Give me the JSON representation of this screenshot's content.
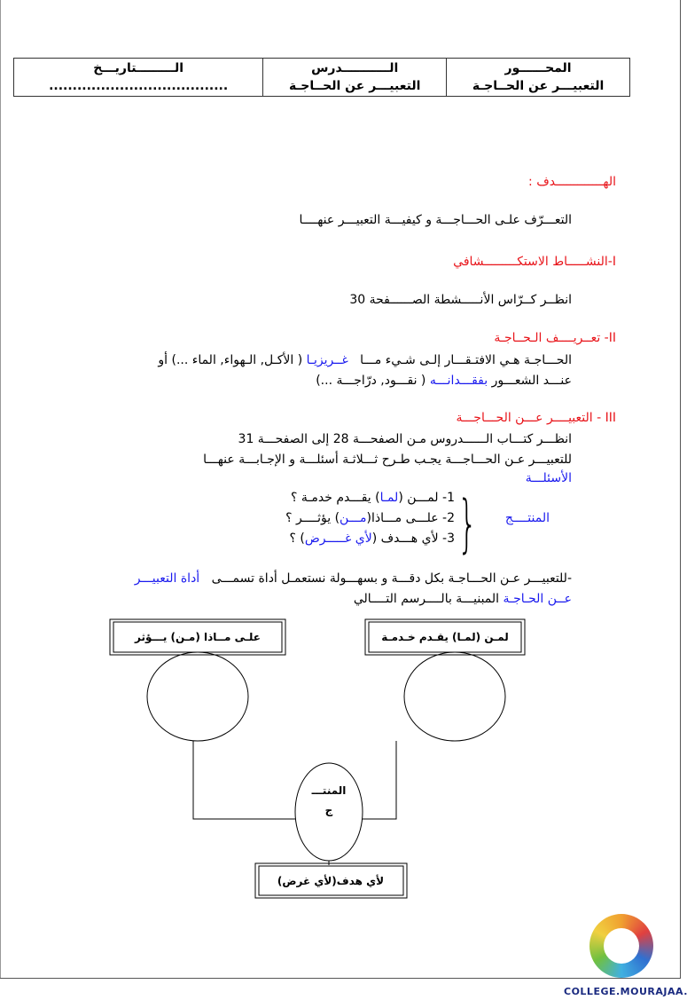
{
  "header": {
    "axis_label": "المحــــــور",
    "axis_value": "التعبيـــر عن الحــاجـة",
    "lesson_label": "الـــــــــــدرس",
    "lesson_value": "التعبيـــر عن الحــاجـة",
    "date_label": "الـــــــــتاريـــخ",
    "date_value": "......................................"
  },
  "goal": {
    "title": "الهـــــــــــــدف :",
    "text": "التعـــرّف علـى الحـــاجـــة و كيفيـــة التعبيـــر عنهــــا"
  },
  "section1": {
    "title": "I-النشـــــاط الاستكـــــــــشافي",
    "text": "انظــر كــرّاس الأنـــــشطة  الصــــــفحة 30"
  },
  "section2": {
    "title": "II- تعــريــــف الـحــاجـة",
    "line1_a": "الحـــاجـة هـي الافتـقـــار إلـى شـيء مـــا",
    "line1_blue": "غــريزيـا",
    "line1_b": "( الأكـل, الـهواء, الماء ...) أو",
    "line2_a": "عنـــد الشعـــور",
    "line2_blue": "بفقـــدانـــه",
    "line2_b": "( نقـــود, درّاجـــة ...)"
  },
  "section3": {
    "title": "III - التعبيــــر عـــن الحـــاجـــة",
    "line1": "انظـــر كتـــاب الــــــدروس مـن الصفحـــة   28 إلى الصفحـــة 31",
    "line2": "للتعبيـــر عـن الحـــاجـــة يجـب طـرح ثـــلاثـة أسئلـــة و الإجـابـــة عنهـــا",
    "questions_label": "الأسئلـــة",
    "q1_a": "1- لمـــن (",
    "q1_blue": "لمـا",
    "q1_b": ") يقـــدم خدمـة ؟",
    "q2_a": "2- علـــى مـــاذا(",
    "q2_blue": "مـــن",
    "q2_b": ") يؤثــــر ؟",
    "q3_a": "3- لأي هـــدف (",
    "q3_blue": "لأي غـــــرض",
    "q3_b": ") ؟",
    "product_label": "المنتــــج",
    "p1_a": "-للتعبيـــر عـن الحـــاجـة بكل دقـــة و بسهـــولة نستعمـل أداة تسمـــى",
    "p1_blue": "أداة التعبيـــر",
    "p2_blue": "عــن الحـاجـة",
    "p2_b": "المبنيـــة بالــــرسم التــــالي"
  },
  "diagram": {
    "box_whom": "لمـن (لمـا) يقـدم خـدمـة",
    "box_what": "علـى مــاذا (مـن) يـــؤثر",
    "center": [
      "المنتـــ",
      "ج"
    ],
    "box_purpose": "لأي هدف(لأي غرض)"
  },
  "footer": {
    "site": "COLLEGE.MOURAJAA.COM"
  },
  "colors": {
    "red": "#e8141a",
    "blue": "#1a1aee"
  }
}
